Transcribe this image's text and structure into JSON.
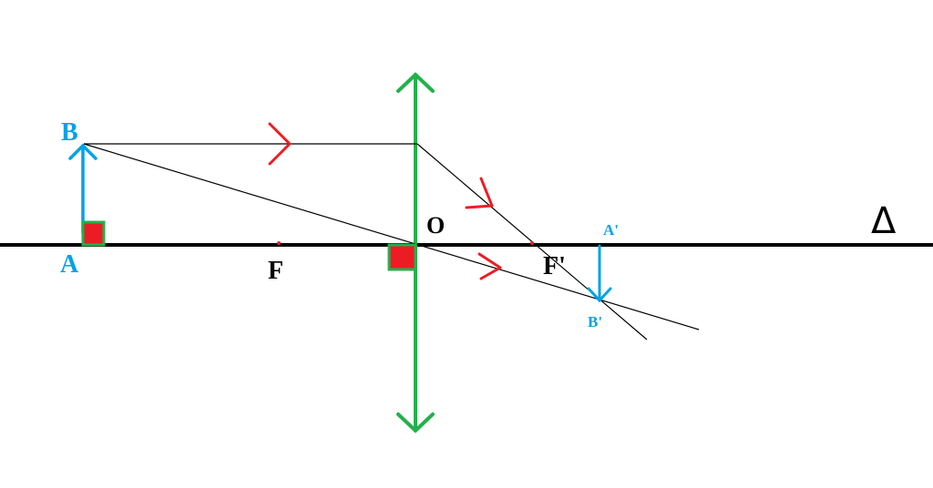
{
  "labels": {
    "object_top": "B",
    "object_base": "A",
    "focal_left": "F",
    "focal_right": "F'",
    "optical_center": "O",
    "image_top": "A'",
    "image_bottom": "B'",
    "axis_symbol": "Δ"
  },
  "colors": {
    "axis": "#000000",
    "lens": "#22b14c",
    "object": "#00a2e8",
    "image": "#00a2e8",
    "ray": "#000000",
    "ray_arrow": "#ed1c24",
    "marker_fill": "#ed1c24",
    "marker_border": "#22b14c",
    "focal_dot": "#ed1c24"
  }
}
